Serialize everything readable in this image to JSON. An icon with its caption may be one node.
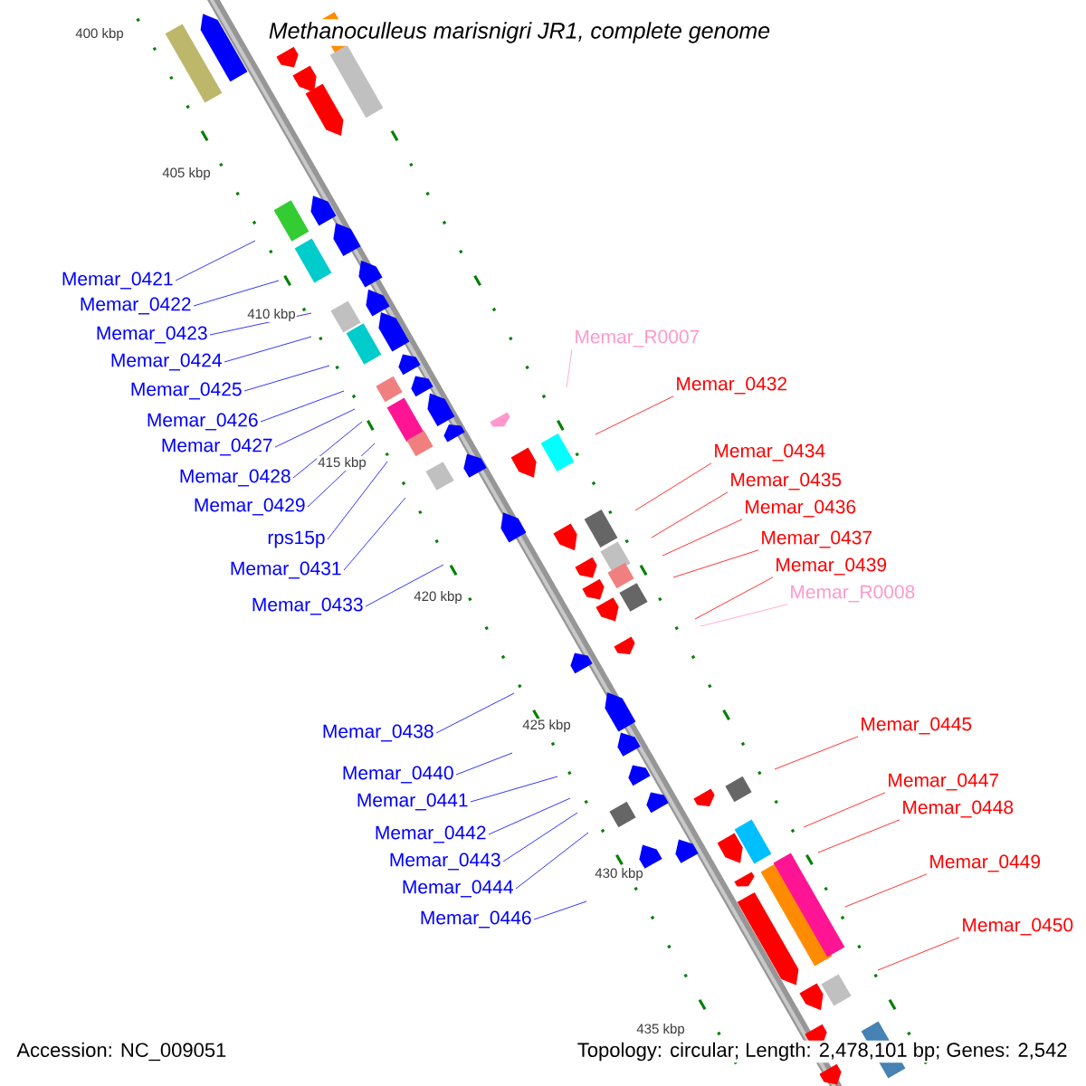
{
  "diagram": {
    "title": "Methanoculleus marisnigri JR1, complete genome",
    "nodes": [
      {
        "text": [
          "Memar_0421"
        ]
      },
      {
        "text": [
          "Memar_0422"
        ]
      },
      {
        "text": [
          "Memar_0423"
        ]
      },
      {
        "text": [
          "Memar_0424"
        ]
      },
      {
        "text": [
          "Memar_0425"
        ]
      },
      {
        "text": [
          "Memar_0426"
        ]
      },
      {
        "text": [
          "Memar_0427"
        ]
      },
      {
        "text": [
          "Memar_0428"
        ]
      },
      {
        "text": [
          "Memar_0429"
        ]
      },
      {
        "text": [
          "rps15p"
        ]
      },
      {
        "text": [
          "Memar_0431"
        ]
      },
      {
        "text": [
          "Memar_0433"
        ]
      },
      {
        "text": [
          "Memar_0438"
        ]
      },
      {
        "text": [
          "Memar_0440"
        ]
      },
      {
        "text": [
          "Memar_0441"
        ]
      },
      {
        "text": [
          "Memar_0442"
        ]
      },
      {
        "text": [
          "Memar_0443"
        ]
      },
      {
        "text": [
          "Memar_0444"
        ]
      },
      {
        "text": [
          "Memar_0446"
        ]
      },
      {
        "text": [
          "Memar_R0007"
        ]
      },
      {
        "text": [
          "Memar_0432"
        ]
      },
      {
        "text": [
          "Memar_0434"
        ]
      },
      {
        "text": [
          "Memar_0435"
        ]
      },
      {
        "text": [
          "Memar_0436"
        ]
      },
      {
        "text": [
          "Memar_0437"
        ]
      },
      {
        "text": [
          "Memar_0439"
        ]
      },
      {
        "text": [
          "Memar_R0008"
        ]
      },
      {
        "text": [
          "Memar_0445"
        ]
      },
      {
        "text": [
          "Memar_0447"
        ]
      },
      {
        "text": [
          "Memar_0448"
        ]
      },
      {
        "text": [
          "Memar_0449"
        ]
      },
      {
        "text": [
          "Memar_0450"
        ]
      }
    ],
    "edges": [
      {
        "from": 0,
        "to": null,
        "arrow": "none"
      },
      {
        "from": 1,
        "to": null,
        "arrow": "none"
      },
      {
        "from": 2,
        "to": null,
        "arrow": "none"
      },
      {
        "from": 3,
        "to": null,
        "arrow": "none"
      },
      {
        "from": 4,
        "to": null,
        "arrow": "none"
      },
      {
        "from": 5,
        "to": null,
        "arrow": "none"
      },
      {
        "from": 6,
        "to": null,
        "arrow": "none"
      },
      {
        "from": 7,
        "to": null,
        "arrow": "none"
      },
      {
        "from": 8,
        "to": null,
        "arrow": "none"
      },
      {
        "from": 9,
        "to": null,
        "arrow": "none"
      },
      {
        "from": 10,
        "to": null,
        "arrow": "none"
      },
      {
        "from": 11,
        "to": null,
        "arrow": "none"
      },
      {
        "from": 12,
        "to": null,
        "arrow": "none"
      },
      {
        "from": 13,
        "to": null,
        "arrow": "none"
      },
      {
        "from": 14,
        "to": null,
        "arrow": "none"
      },
      {
        "from": 15,
        "to": null,
        "arrow": "none"
      },
      {
        "from": 16,
        "to": null,
        "arrow": "none"
      },
      {
        "from": 17,
        "to": null,
        "arrow": "none"
      },
      {
        "from": 18,
        "to": null,
        "arrow": "none"
      },
      {
        "from": 19,
        "to": null,
        "arrow": "none",
        "color": "#ff99cc"
      },
      {
        "from": 20,
        "to": null,
        "arrow": "none",
        "color": "#ff0000"
      },
      {
        "from": 21,
        "to": null,
        "arrow": "none",
        "color": "#ff0000"
      },
      {
        "from": 22,
        "to": null,
        "arrow": "none",
        "color": "#ff0000"
      },
      {
        "from": 23,
        "to": null,
        "arrow": "none",
        "color": "#ff0000"
      },
      {
        "from": 24,
        "to": null,
        "arrow": "none",
        "color": "#ff0000"
      },
      {
        "from": 25,
        "to": null,
        "arrow": "none",
        "color": "#ff0000"
      },
      {
        "from": 26,
        "to": null,
        "arrow": "none",
        "color": "#ff99cc"
      },
      {
        "from": 27,
        "to": null,
        "arrow": "none",
        "color": "#ff0000"
      },
      {
        "from": 28,
        "to": null,
        "arrow": "none",
        "color": "#ff0000"
      },
      {
        "from": 29,
        "to": null,
        "arrow": "none",
        "color": "#ff0000"
      },
      {
        "from": 30,
        "to": null,
        "arrow": "none",
        "color": "#ff0000"
      },
      {
        "from": 31,
        "to": null,
        "arrow": "none",
        "color": "#ff0000"
      }
    ],
    "labels": [
      "400 kbp",
      "405 kbp",
      "410 kbp",
      "415 kbp",
      "420 kbp",
      "425 kbp",
      "430 kbp",
      "435 kbp",
      "Accession: NC_009051",
      "Topology: circular; Length: 2,478,101 bp; Genes: 2,542"
    ]
  }
}
